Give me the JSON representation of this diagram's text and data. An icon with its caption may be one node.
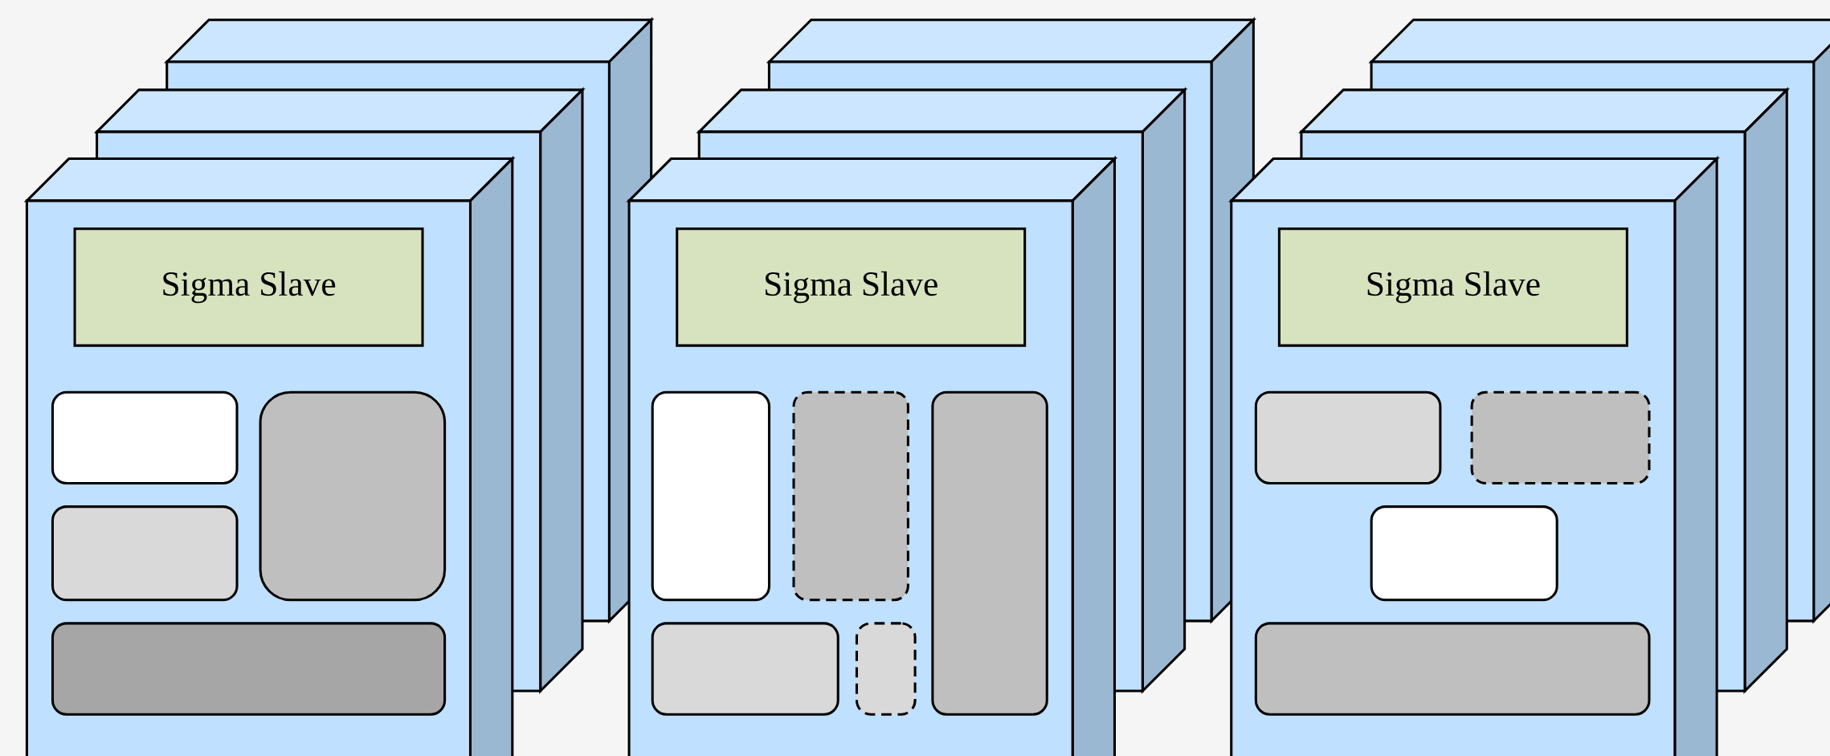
{
  "diagram": {
    "nodes": [
      {
        "text": [
          "Sigma Slave"
        ]
      },
      {
        "text": [],
        "shape": "box"
      },
      {
        "text": [],
        "shape": "box"
      },
      {
        "text": [],
        "shape": "box"
      },
      {
        "text": [],
        "shape": "box"
      },
      {
        "text": [
          "Sigma Slave"
        ]
      },
      {
        "text": [],
        "shape": "box"
      },
      {
        "text": [],
        "shape": "box"
      },
      {
        "text": [],
        "shape": "box"
      },
      {
        "text": [],
        "shape": "box"
      },
      {
        "text": [],
        "shape": "box"
      },
      {
        "text": [
          "Sigma Slave"
        ]
      },
      {
        "text": [],
        "shape": "box"
      },
      {
        "text": [],
        "shape": "box"
      },
      {
        "text": [],
        "shape": "box"
      },
      {
        "text": [],
        "shape": "box"
      }
    ]
  }
}
